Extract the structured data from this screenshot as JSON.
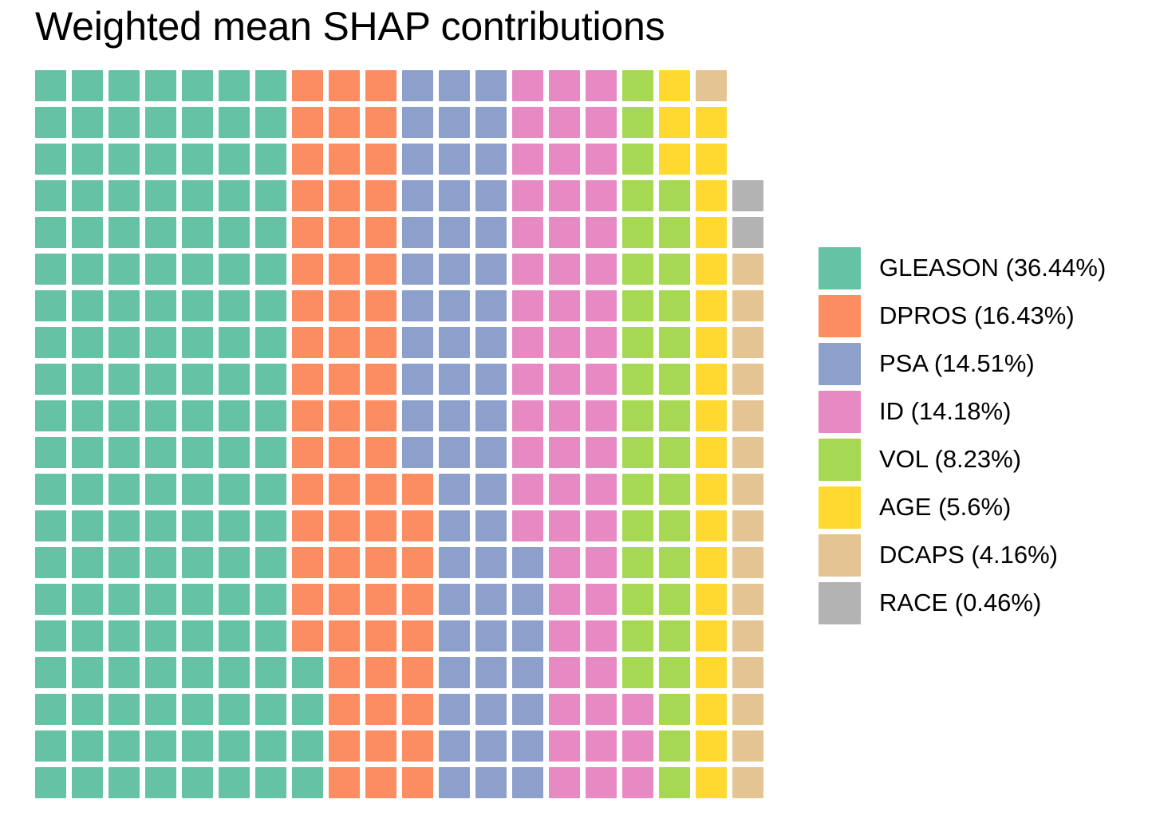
{
  "chart_data": {
    "type": "waffle",
    "title": "Weighted mean SHAP contributions",
    "xlabel": "",
    "ylabel": "",
    "grid": false,
    "legend_position": "right",
    "total_cells": 401,
    "rows": 20,
    "fill_direction": "column-major, bottom-to-top",
    "categories": [
      "GLEASON",
      "DPROS",
      "PSA",
      "ID",
      "VOL",
      "AGE",
      "DCAPS",
      "RACE"
    ],
    "values": [
      36.44,
      16.43,
      14.51,
      14.18,
      8.23,
      5.6,
      4.16,
      0.46
    ],
    "unit": "%",
    "cell_counts": [
      146,
      66,
      58,
      57,
      33,
      22,
      17,
      2
    ],
    "colors": [
      "#66c2a5",
      "#fc8d62",
      "#8da0cb",
      "#e78ac3",
      "#a6d854",
      "#ffd92f",
      "#e5c494",
      "#b3b3b3"
    ],
    "legend": [
      {
        "key": "GLEASON",
        "label": "GLEASON (36.44%)",
        "value": 36.44,
        "color": "#66c2a5"
      },
      {
        "key": "DPROS",
        "label": "DPROS (16.43%)",
        "value": 16.43,
        "color": "#fc8d62"
      },
      {
        "key": "PSA",
        "label": "PSA (14.51%)",
        "value": 14.51,
        "color": "#8da0cb"
      },
      {
        "key": "ID",
        "label": "ID (14.18%)",
        "value": 14.18,
        "color": "#e78ac3"
      },
      {
        "key": "VOL",
        "label": "VOL (8.23%)",
        "value": 8.23,
        "color": "#a6d854"
      },
      {
        "key": "AGE",
        "label": "AGE (5.6%)",
        "value": 5.6,
        "color": "#ffd92f"
      },
      {
        "key": "DCAPS",
        "label": "DCAPS (4.16%)",
        "value": 4.16,
        "color": "#e5c494"
      },
      {
        "key": "RACE",
        "label": "RACE (0.46%)",
        "value": 0.46,
        "color": "#b3b3b3"
      }
    ],
    "matrix": [
      [
        "GLEASON",
        "GLEASON",
        "GLEASON",
        "GLEASON",
        "GLEASON",
        "GLEASON",
        "GLEASON",
        "DPROS",
        "DPROS",
        "DPROS",
        "PSA",
        "PSA",
        "PSA",
        "ID",
        "ID",
        "ID",
        "VOL",
        "AGE",
        "DCAPS"
      ],
      [
        "GLEASON",
        "GLEASON",
        "GLEASON",
        "GLEASON",
        "GLEASON",
        "GLEASON",
        "GLEASON",
        "DPROS",
        "DPROS",
        "DPROS",
        "PSA",
        "PSA",
        "PSA",
        "ID",
        "ID",
        "ID",
        "VOL",
        "AGE",
        "AGE"
      ],
      [
        "GLEASON",
        "GLEASON",
        "GLEASON",
        "GLEASON",
        "GLEASON",
        "GLEASON",
        "GLEASON",
        "DPROS",
        "DPROS",
        "DPROS",
        "PSA",
        "PSA",
        "PSA",
        "ID",
        "ID",
        "ID",
        "VOL",
        "AGE",
        "AGE"
      ],
      [
        "GLEASON",
        "GLEASON",
        "GLEASON",
        "GLEASON",
        "GLEASON",
        "GLEASON",
        "GLEASON",
        "DPROS",
        "DPROS",
        "DPROS",
        "PSA",
        "PSA",
        "PSA",
        "ID",
        "ID",
        "ID",
        "VOL",
        "VOL",
        "AGE",
        "RACE"
      ],
      [
        "GLEASON",
        "GLEASON",
        "GLEASON",
        "GLEASON",
        "GLEASON",
        "GLEASON",
        "GLEASON",
        "DPROS",
        "DPROS",
        "DPROS",
        "PSA",
        "PSA",
        "PSA",
        "ID",
        "ID",
        "ID",
        "VOL",
        "VOL",
        "AGE",
        "RACE"
      ],
      [
        "GLEASON",
        "GLEASON",
        "GLEASON",
        "GLEASON",
        "GLEASON",
        "GLEASON",
        "GLEASON",
        "DPROS",
        "DPROS",
        "DPROS",
        "PSA",
        "PSA",
        "PSA",
        "ID",
        "ID",
        "ID",
        "VOL",
        "VOL",
        "AGE",
        "DCAPS"
      ],
      [
        "GLEASON",
        "GLEASON",
        "GLEASON",
        "GLEASON",
        "GLEASON",
        "GLEASON",
        "GLEASON",
        "DPROS",
        "DPROS",
        "DPROS",
        "PSA",
        "PSA",
        "PSA",
        "ID",
        "ID",
        "ID",
        "VOL",
        "VOL",
        "AGE",
        "DCAPS"
      ],
      [
        "GLEASON",
        "GLEASON",
        "GLEASON",
        "GLEASON",
        "GLEASON",
        "GLEASON",
        "GLEASON",
        "DPROS",
        "DPROS",
        "DPROS",
        "PSA",
        "PSA",
        "PSA",
        "ID",
        "ID",
        "ID",
        "VOL",
        "VOL",
        "AGE",
        "DCAPS"
      ],
      [
        "GLEASON",
        "GLEASON",
        "GLEASON",
        "GLEASON",
        "GLEASON",
        "GLEASON",
        "GLEASON",
        "DPROS",
        "DPROS",
        "DPROS",
        "PSA",
        "PSA",
        "PSA",
        "ID",
        "ID",
        "ID",
        "VOL",
        "VOL",
        "AGE",
        "DCAPS"
      ],
      [
        "GLEASON",
        "GLEASON",
        "GLEASON",
        "GLEASON",
        "GLEASON",
        "GLEASON",
        "GLEASON",
        "DPROS",
        "DPROS",
        "DPROS",
        "PSA",
        "PSA",
        "PSA",
        "ID",
        "ID",
        "ID",
        "VOL",
        "VOL",
        "AGE",
        "DCAPS"
      ],
      [
        "GLEASON",
        "GLEASON",
        "GLEASON",
        "GLEASON",
        "GLEASON",
        "GLEASON",
        "GLEASON",
        "DPROS",
        "DPROS",
        "DPROS",
        "PSA",
        "PSA",
        "PSA",
        "ID",
        "ID",
        "ID",
        "VOL",
        "VOL",
        "AGE",
        "DCAPS"
      ],
      [
        "GLEASON",
        "GLEASON",
        "GLEASON",
        "GLEASON",
        "GLEASON",
        "GLEASON",
        "GLEASON",
        "DPROS",
        "DPROS",
        "DPROS",
        "DPROS",
        "PSA",
        "PSA",
        "ID",
        "ID",
        "ID",
        "VOL",
        "VOL",
        "AGE",
        "DCAPS"
      ],
      [
        "GLEASON",
        "GLEASON",
        "GLEASON",
        "GLEASON",
        "GLEASON",
        "GLEASON",
        "GLEASON",
        "DPROS",
        "DPROS",
        "DPROS",
        "DPROS",
        "PSA",
        "PSA",
        "ID",
        "ID",
        "ID",
        "VOL",
        "VOL",
        "AGE",
        "DCAPS"
      ],
      [
        "GLEASON",
        "GLEASON",
        "GLEASON",
        "GLEASON",
        "GLEASON",
        "GLEASON",
        "GLEASON",
        "DPROS",
        "DPROS",
        "DPROS",
        "DPROS",
        "PSA",
        "PSA",
        "PSA",
        "ID",
        "ID",
        "VOL",
        "VOL",
        "AGE",
        "DCAPS"
      ],
      [
        "GLEASON",
        "GLEASON",
        "GLEASON",
        "GLEASON",
        "GLEASON",
        "GLEASON",
        "GLEASON",
        "DPROS",
        "DPROS",
        "DPROS",
        "DPROS",
        "PSA",
        "PSA",
        "PSA",
        "ID",
        "ID",
        "VOL",
        "VOL",
        "AGE",
        "DCAPS"
      ],
      [
        "GLEASON",
        "GLEASON",
        "GLEASON",
        "GLEASON",
        "GLEASON",
        "GLEASON",
        "GLEASON",
        "DPROS",
        "DPROS",
        "DPROS",
        "DPROS",
        "PSA",
        "PSA",
        "PSA",
        "ID",
        "ID",
        "VOL",
        "VOL",
        "AGE",
        "DCAPS"
      ],
      [
        "GLEASON",
        "GLEASON",
        "GLEASON",
        "GLEASON",
        "GLEASON",
        "GLEASON",
        "GLEASON",
        "GLEASON",
        "DPROS",
        "DPROS",
        "DPROS",
        "PSA",
        "PSA",
        "PSA",
        "ID",
        "ID",
        "VOL",
        "VOL",
        "AGE",
        "DCAPS"
      ],
      [
        "GLEASON",
        "GLEASON",
        "GLEASON",
        "GLEASON",
        "GLEASON",
        "GLEASON",
        "GLEASON",
        "GLEASON",
        "DPROS",
        "DPROS",
        "DPROS",
        "PSA",
        "PSA",
        "PSA",
        "ID",
        "ID",
        "ID",
        "VOL",
        "AGE",
        "DCAPS"
      ],
      [
        "GLEASON",
        "GLEASON",
        "GLEASON",
        "GLEASON",
        "GLEASON",
        "GLEASON",
        "GLEASON",
        "GLEASON",
        "DPROS",
        "DPROS",
        "DPROS",
        "PSA",
        "PSA",
        "PSA",
        "ID",
        "ID",
        "ID",
        "VOL",
        "AGE",
        "DCAPS"
      ],
      [
        "GLEASON",
        "GLEASON",
        "GLEASON",
        "GLEASON",
        "GLEASON",
        "GLEASON",
        "GLEASON",
        "GLEASON",
        "DPROS",
        "DPROS",
        "DPROS",
        "PSA",
        "PSA",
        "PSA",
        "ID",
        "ID",
        "ID",
        "VOL",
        "AGE",
        "DCAPS"
      ]
    ]
  }
}
